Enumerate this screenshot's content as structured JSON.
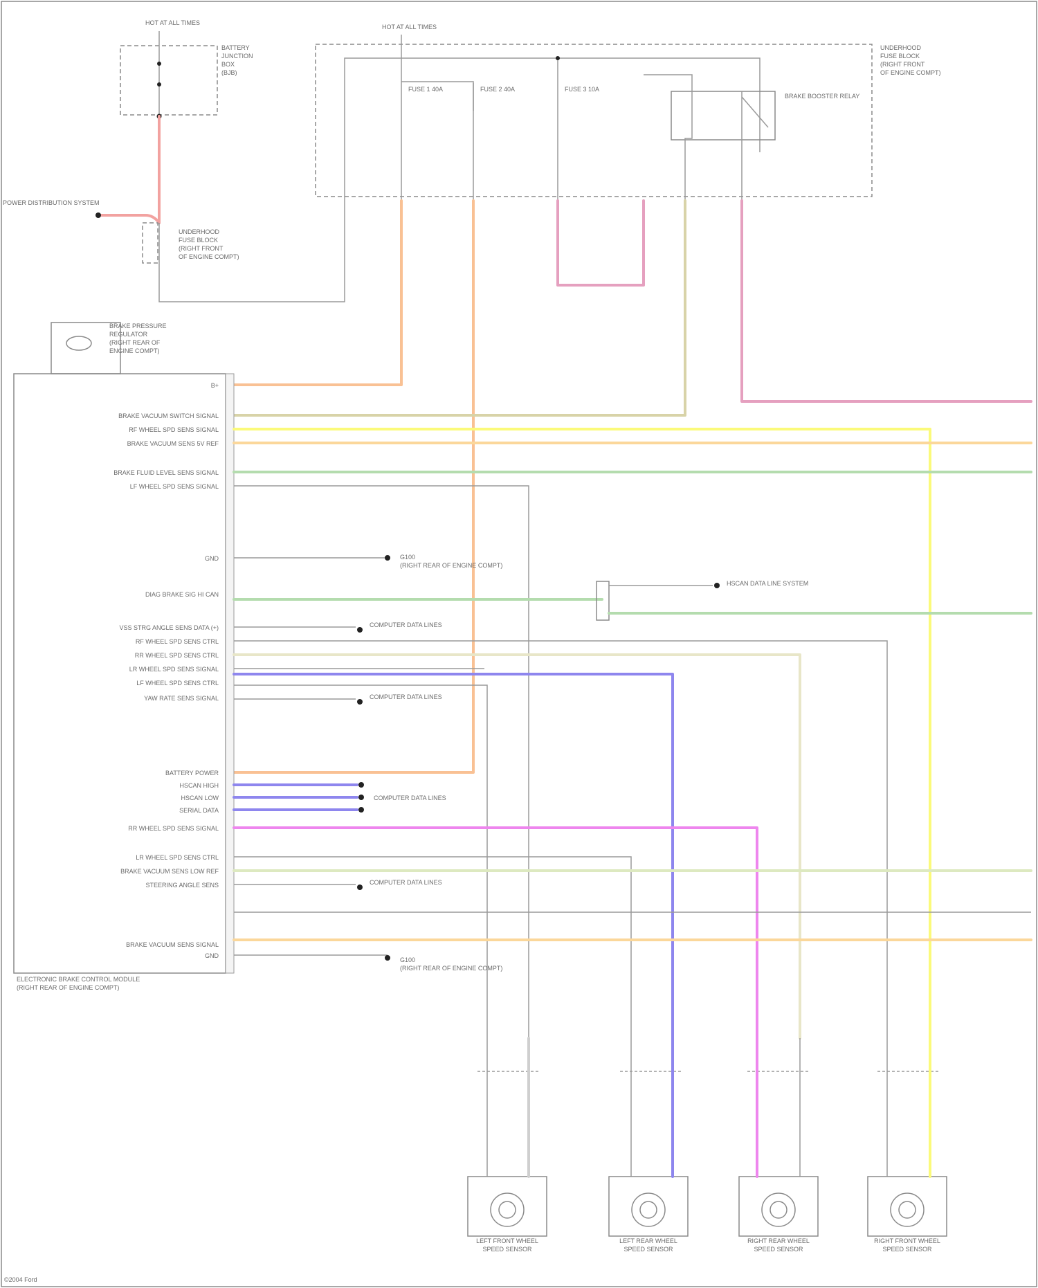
{
  "diagram": {
    "colors": {
      "red": "#f2a2a0",
      "orange": "#f9c194",
      "pink": "#e5a0bf",
      "tan": "#d8d3a8",
      "yellow": "#fbfa7a",
      "orangeYellow": "#fbd79a",
      "green": "#b4dcae",
      "gray": "#b0b0b0",
      "blue": "#8e86ee",
      "magenta": "#ee86ee",
      "lightGray": "#cfcfcf"
    },
    "fuse_box": {
      "hot_at_all_times": "HOT AT ALL TIMES",
      "battery_junction": [
        "BATTERY",
        "JUNCTION",
        "BOX",
        "(BJB)"
      ],
      "underhood": [
        "UNDERHOOD",
        "FUSE BLOCK",
        "(RIGHT FRONT",
        "OF ENGINE COMPT)"
      ],
      "power_distribution": "POWER DISTRIBUTION SYSTEM",
      "fuses": [
        "FUSE 1 40A",
        "FUSE 2 40A",
        "FUSE 3 10A",
        "BRAKE BOOSTER RELAY"
      ]
    },
    "module": {
      "name": [
        "ELECTRONIC BRAKE CONTROL MODULE",
        "(RIGHT REAR OF ENGINE COMPT)"
      ],
      "pressure_sensor": [
        "BRAKE PRESSURE",
        "REGULATOR",
        "(RIGHT REAR OF",
        "ENGINE COMPT)"
      ],
      "pin_labels": [
        "B+",
        "BRAKE VACUUM SWITCH SIGNAL",
        "RF WHEEL SPD SENS SIGNAL",
        "BRAKE VACUUM SENS 5V REF",
        "BRAKE FLUID LEVEL SENS SIGNAL",
        "LF WHEEL SPD SENS SIGNAL",
        "GND",
        "DIAG BRAKE SIG HI CAN",
        "VSS STRG ANGLE SENS DATA (+)",
        "RF WHEEL SPD SENS CTRL",
        "RR WHEEL SPD SENS CTRL",
        "LR WHEEL SPD SENS SIGNAL",
        "LF WHEEL SPD SENS CTRL",
        "YAW RATE SENS SIGNAL",
        "BATTERY POWER",
        "HSCAN HIGH",
        "HSCAN LOW",
        "SERIAL DATA",
        "RR WHEEL SPD SENS SIGNAL",
        "LR WHEEL SPD SENS CTRL",
        "BRAKE VACUUM SENS LOW REF",
        "STEERING ANGLE SENS",
        "BRAKE VACUUM SENS SIGNAL",
        "GND"
      ]
    },
    "ground_labels": [
      "G100",
      "(RIGHT REAR OF ENGINE COMPT)"
    ],
    "network_labels": [
      "HSCAN DATA LINE SYSTEM",
      "COMPUTER DATA LINES"
    ],
    "sensors": [
      [
        "LEFT FRONT WHEEL",
        "SPEED SENSOR"
      ],
      [
        "LEFT REAR WHEEL",
        "SPEED SENSOR"
      ],
      [
        "RIGHT REAR WHEEL",
        "SPEED SENSOR"
      ],
      [
        "RIGHT FRONT WHEEL",
        "SPEED SENSOR"
      ]
    ],
    "footer": "©2004 Ford"
  }
}
